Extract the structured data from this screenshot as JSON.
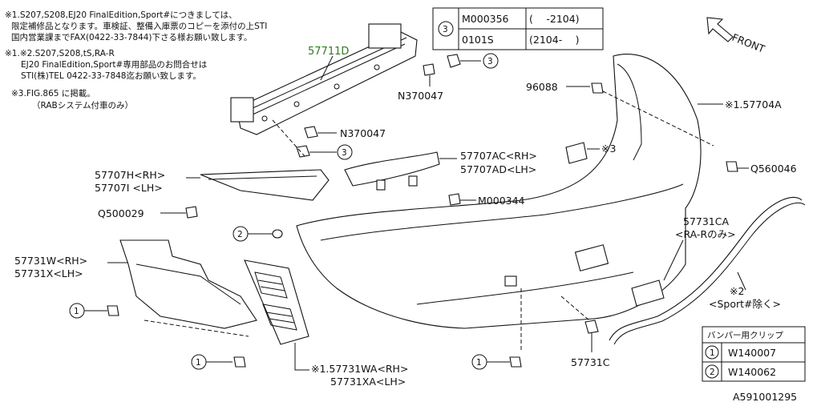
{
  "notes": [
    "※1.S207,S208,EJ20 FinalEdition,Sport#につきましては、",
    "限定補修品となります。車検証、整備入庫票のコピーを添付の上STI",
    "国内営業課までFAX(0422-33-7844)下さる様お願い致します。",
    "※1.※2.S207,S208,tS,RA-R",
    "EJ20 FinalEdition,Sport#専用部品のお問合せは",
    "STI(株)TEL 0422-33-7848迄お願い致します。",
    "※3.FIG.865 に掲載。",
    "（RABシステム付車のみ）"
  ],
  "ref_table": {
    "marker": "3",
    "rows": [
      {
        "part": "M000356",
        "range": "(　 -2104)"
      },
      {
        "part": "0101S",
        "range": "(2104-　 )"
      }
    ]
  },
  "front_label": "FRONT",
  "labels": {
    "p57711D": "57711D",
    "n370047_top": "N370047",
    "n370047_mid": "N370047",
    "p96088": "96088",
    "p57704A": "※1.57704A",
    "p57707AC": "57707AC<RH>",
    "p57707AD": "57707AD<LH>",
    "ref3_a": "※3",
    "q560046": "Q560046",
    "p57707H": "57707H<RH>",
    "p57707I": "57707I <LH>",
    "m000344": "M000344",
    "q500029": "Q500029",
    "p57731CA": "57731CA",
    "p57731CA_note": "<RA-Rのみ>",
    "p57731W": "57731W<RH>",
    "p57731X": "57731X<LH>",
    "note2": "※2",
    "note2_sub": "<Sport#除く>",
    "p57731WA": "※1.57731WA<RH>",
    "p57731XA": "57731XA<LH>",
    "p57731C": "57731C",
    "c3a": "3",
    "c3b": "3",
    "c3c": "3",
    "c2": "2",
    "c1a": "1",
    "c1b": "1",
    "c1c": "1"
  },
  "clip_table": {
    "header": "バンパー用クリップ",
    "rows": [
      {
        "marker": "1",
        "part": "W140007"
      },
      {
        "marker": "2",
        "part": "W140062"
      }
    ]
  },
  "figure_id": "A591001295"
}
